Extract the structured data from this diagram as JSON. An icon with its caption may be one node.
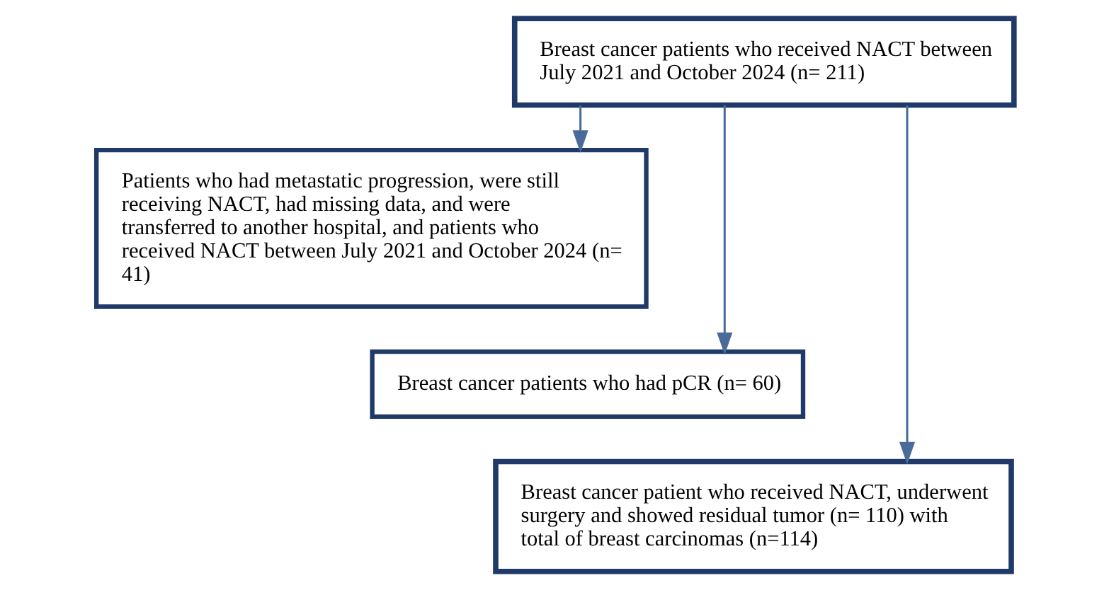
{
  "diagram": {
    "nodes": [
      {
        "text": [
          "Breast cancer patients who received NACT between July 2021 and October 2024 (n= 211)"
        ]
      },
      {
        "text": [
          "Patients who had metastatic progression, were still receiving NACT, had missing data, and were transferred to another hospital, and patients who received NACT between July 2021 and October 2024 (n= 41)"
        ]
      },
      {
        "text": [
          "Breast cancer patients who had pCR (n= 60)"
        ]
      },
      {
        "text": [
          "Breast cancer patient who received NACT, underwent surgery and showed residual tumor (n= 110) with total of breast carcinomas (n=114)"
        ]
      }
    ],
    "edges": [
      {
        "from": 0,
        "to": 1,
        "arrow": "to"
      },
      {
        "from": 0,
        "to": 2,
        "arrow": "to"
      },
      {
        "from": 0,
        "to": 3,
        "arrow": "to"
      }
    ]
  }
}
